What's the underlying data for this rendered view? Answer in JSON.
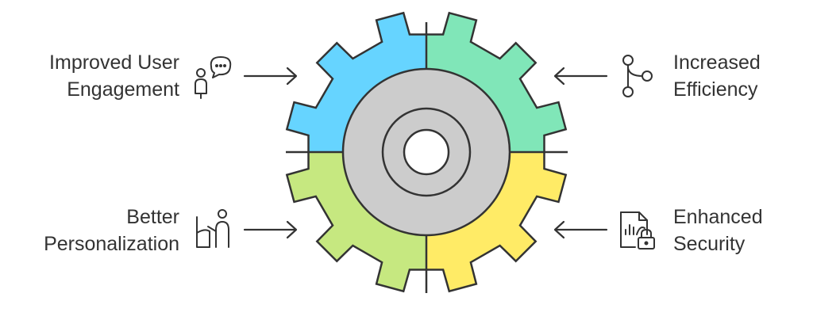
{
  "items": [
    {
      "id": "engagement",
      "lines": [
        "Improved User",
        "Engagement"
      ],
      "icon": "user-chat-icon"
    },
    {
      "id": "efficiency",
      "lines": [
        "Increased",
        "Efficiency"
      ],
      "icon": "branch-icon"
    },
    {
      "id": "personalization",
      "lines": [
        "Better",
        "Personalization"
      ],
      "icon": "person-chair-icon"
    },
    {
      "id": "security",
      "lines": [
        "Enhanced",
        "Security"
      ],
      "icon": "secure-document-icon"
    }
  ],
  "colors": {
    "quadrant_top_left": "#66D4FF",
    "quadrant_top_right": "#80E6B8",
    "quadrant_bottom_left": "#C6E880",
    "quadrant_bottom_right": "#FFEB66",
    "hub": "#CCCCCC",
    "outline": "#333333",
    "text": "#333333"
  }
}
